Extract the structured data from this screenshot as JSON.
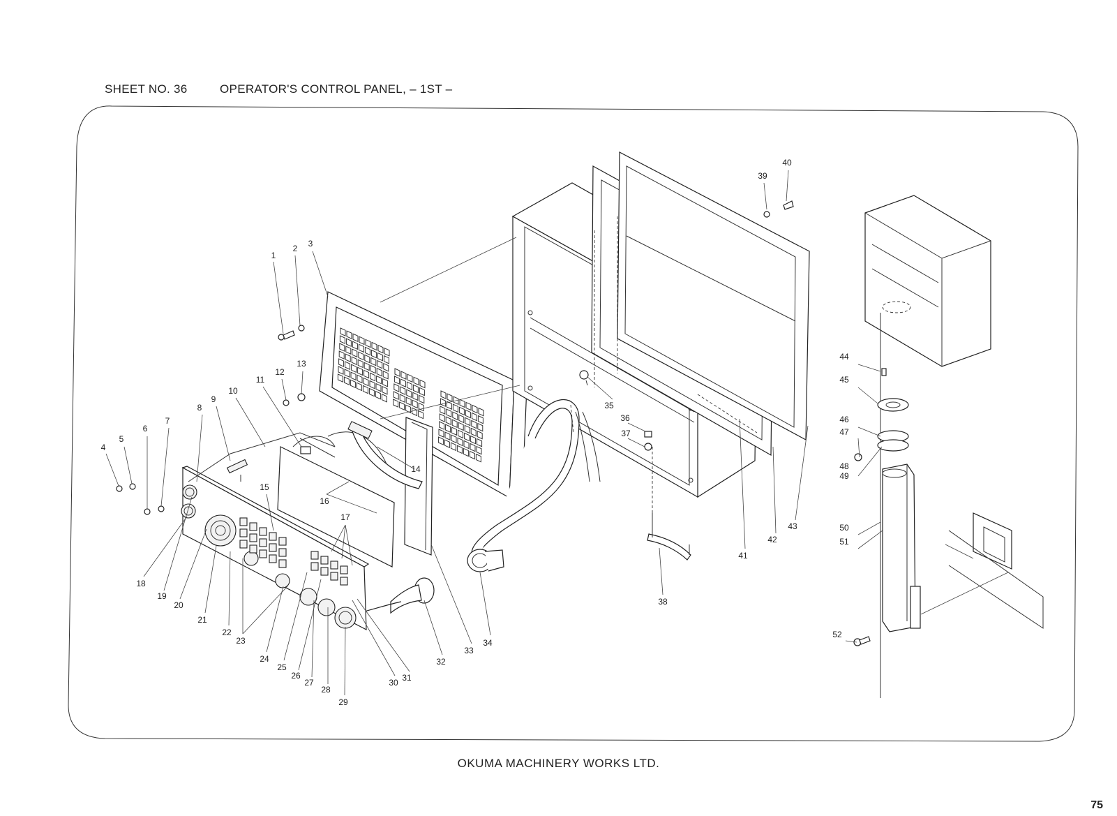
{
  "header": {
    "sheet_no": "SHEET NO. 36",
    "title": "OPERATOR'S CONTROL PANEL, – 1ST –"
  },
  "footer": {
    "company": "OKUMA MACHINERY WORKS LTD."
  },
  "page_number": "75",
  "callouts": [
    "1",
    "2",
    "3",
    "4",
    "5",
    "6",
    "7",
    "8",
    "9",
    "10",
    "11",
    "12",
    "13",
    "14",
    "15",
    "16",
    "17",
    "18",
    "19",
    "20",
    "21",
    "22",
    "23",
    "24",
    "25",
    "26",
    "27",
    "28",
    "29",
    "30",
    "31",
    "32",
    "33",
    "34",
    "35",
    "36",
    "37",
    "38",
    "39",
    "40",
    "41",
    "42",
    "43",
    "44",
    "45",
    "46",
    "47",
    "48",
    "49",
    "50",
    "51",
    "52"
  ]
}
